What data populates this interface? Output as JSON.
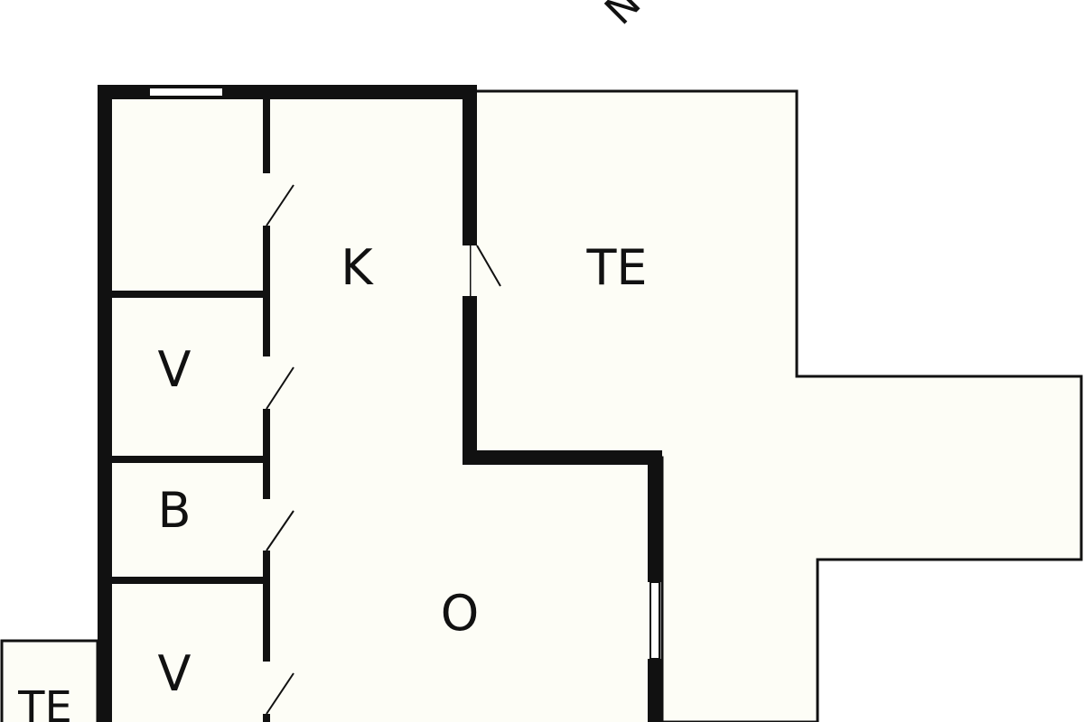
{
  "compass": {
    "label": "N",
    "icon": "north-arrow-icon"
  },
  "rooms": {
    "kitchen": "K",
    "terrace_east": "TE",
    "bedroom_upper": "V",
    "bathroom": "B",
    "living_room": "O",
    "bedroom_lower": "V",
    "terrace_west": "TE"
  },
  "colors": {
    "floor_fill": "#fdfdf6",
    "wall": "#111111",
    "window_fill": "#ffffff",
    "background": "#ffffff"
  }
}
